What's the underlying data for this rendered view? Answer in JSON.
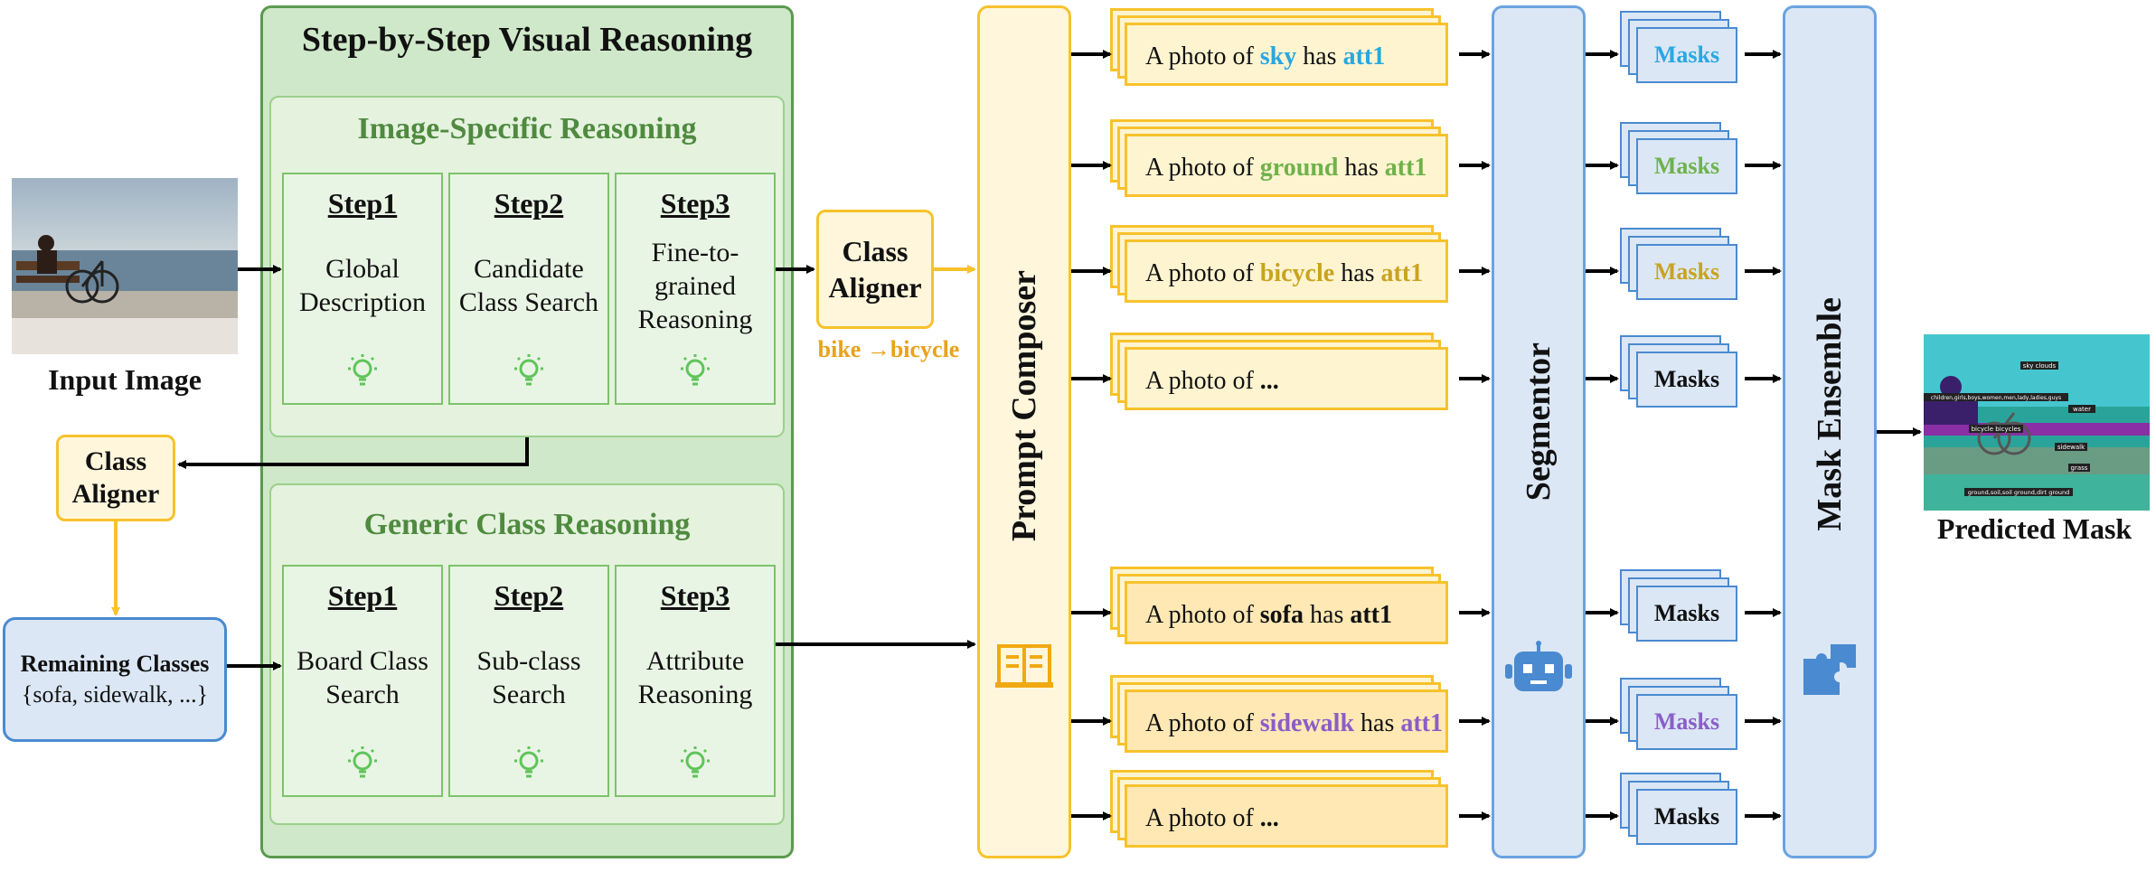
{
  "colors": {
    "green_frame": "#5a9a4e",
    "green_title": "#4f8a3f",
    "yellow": "#f7c22c",
    "orange_text": "#e8a21b",
    "blue": "#4a8ad0",
    "sky": "#2aa7e0",
    "ground": "#6fb24a",
    "bicycle": "#c9a321",
    "sidewalk": "#8a5ec7"
  },
  "main_title": "Step-by-Step Visual Reasoning",
  "input_label": "Input Image",
  "predicted_label": "Predicted Mask",
  "image_specific": {
    "title": "Image-Specific Reasoning",
    "steps": [
      {
        "label": "Step1",
        "desc": "Global Description"
      },
      {
        "label": "Step2",
        "desc": "Candidate Class Search"
      },
      {
        "label": "Step3",
        "desc": "Fine-to-grained Reasoning"
      }
    ]
  },
  "generic": {
    "title": "Generic Class Reasoning",
    "steps": [
      {
        "label": "Step1",
        "desc": "Board Class Search"
      },
      {
        "label": "Step2",
        "desc": "Sub-class Search"
      },
      {
        "label": "Step3",
        "desc": "Attribute Reasoning"
      }
    ]
  },
  "class_aligner_top": {
    "line1": "Class",
    "line2": "Aligner",
    "example": "bike →bicycle"
  },
  "class_aligner_left": {
    "line1": "Class",
    "line2": "Aligner"
  },
  "remaining": {
    "title": "Remaining Classes",
    "items": "{sofa, sidewalk, ...}"
  },
  "prompt_composer": "Prompt Composer",
  "segmentor": "Segmentor",
  "mask_ensemble": "Mask Ensemble",
  "prompts": [
    {
      "prefix": "A photo of ",
      "cls": "sky",
      "mid": " has ",
      "att": "att1",
      "color": "#2aa7e0",
      "bold_color": true
    },
    {
      "prefix": "A photo of ",
      "cls": "ground",
      "mid": " has ",
      "att": "att1",
      "color": "#6fb24a",
      "bold_color": true
    },
    {
      "prefix": "A photo of ",
      "cls": "bicycle",
      "mid": " has ",
      "att": "att1",
      "color": "#c9a321",
      "bold_color": true
    },
    {
      "prefix": "A photo of ",
      "cls": "...",
      "mid": "",
      "att": "",
      "color": "#111111",
      "bold_color": false
    },
    {
      "prefix": "A photo of ",
      "cls": "sofa",
      "mid": " has ",
      "att": "att1",
      "color": "#111111",
      "bold_color": false
    },
    {
      "prefix": "A photo of ",
      "cls": "sidewalk",
      "mid": " has ",
      "att": "att1",
      "color": "#8a5ec7",
      "bold_color": true
    },
    {
      "prefix": "A photo of ",
      "cls": "...",
      "mid": "",
      "att": "",
      "color": "#111111",
      "bold_color": false
    }
  ],
  "masks": [
    {
      "label": "Masks",
      "color": "#2aa7e0"
    },
    {
      "label": "Masks",
      "color": "#6fb24a"
    },
    {
      "label": "Masks",
      "color": "#c9a321"
    },
    {
      "label": "Masks",
      "color": "#111111"
    },
    {
      "label": "Masks",
      "color": "#111111"
    },
    {
      "label": "Masks",
      "color": "#8a5ec7"
    },
    {
      "label": "Masks",
      "color": "#111111"
    }
  ],
  "mask_overlay_labels": [
    "sky clouds",
    "children,girls,boys,women,men,lady,ladies,guys",
    "water",
    "bicycle bicycles",
    "sidewalk",
    "grass",
    "ground,soil,soil ground,dirt ground"
  ]
}
